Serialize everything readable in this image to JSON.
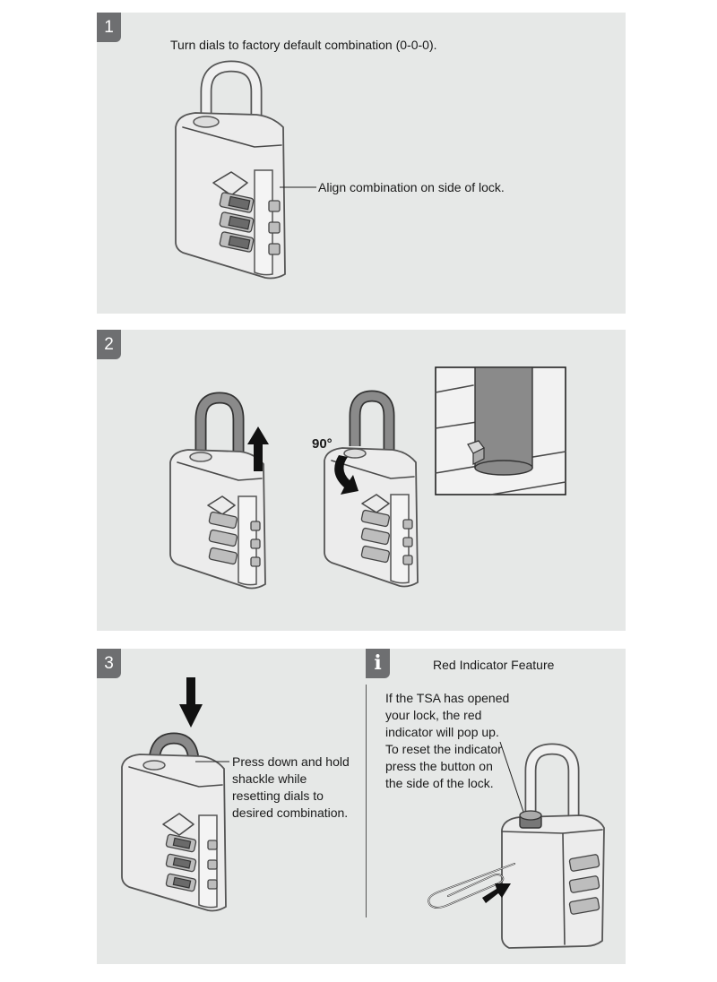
{
  "steps": {
    "step1": {
      "number": "1",
      "instruction": "Turn dials to factory default combination (0-0-0).",
      "callout": "Align combination on side of lock."
    },
    "step2": {
      "number": "2",
      "rotation_label": "90°"
    },
    "step3": {
      "number": "3",
      "instruction_lines": [
        "Press down and hold",
        "shackle while",
        "resetting dials to",
        "desired combination."
      ]
    }
  },
  "info": {
    "icon": "info-icon",
    "title": "Red Indicator Feature",
    "text_lines": [
      "If the TSA has opened",
      "your lock, the red",
      "indicator will pop up.",
      "To reset the indicator",
      "press the button on",
      "the side of the lock."
    ]
  },
  "colors": {
    "panel_background": "#e6e8e7",
    "badge_background": "#6e6f71",
    "badge_text": "#ffffff"
  }
}
